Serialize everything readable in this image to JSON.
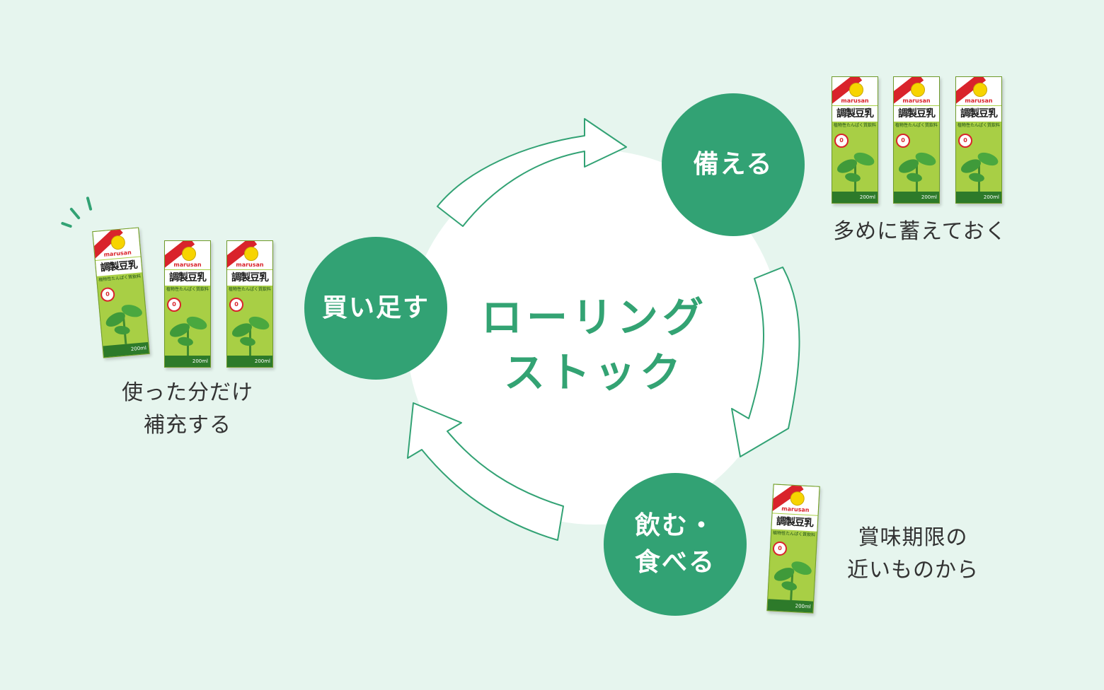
{
  "center_title_line1": "ローリング",
  "center_title_line2": "ストック",
  "nodes": {
    "sonaeru": "備える",
    "kaitasu": "買い足す",
    "nomu_line1": "飲む・",
    "nomu_line2": "食べる"
  },
  "captions": {
    "sonaeru": "多めに蓄えておく",
    "kaitasu_line1": "使った分だけ",
    "kaitasu_line2": "補充する",
    "nomu_line1": "賞味期限の",
    "nomu_line2": "近いものから"
  },
  "carton": {
    "brand": "marusan",
    "name": "調製豆乳",
    "sub": "植物性たんぱく質飲料",
    "badge": "0",
    "volume": "200ml"
  },
  "colors": {
    "background": "#e6f5ee",
    "accent": "#32a274",
    "carton_green": "#a8cf45",
    "carton_red": "#d9232b"
  }
}
